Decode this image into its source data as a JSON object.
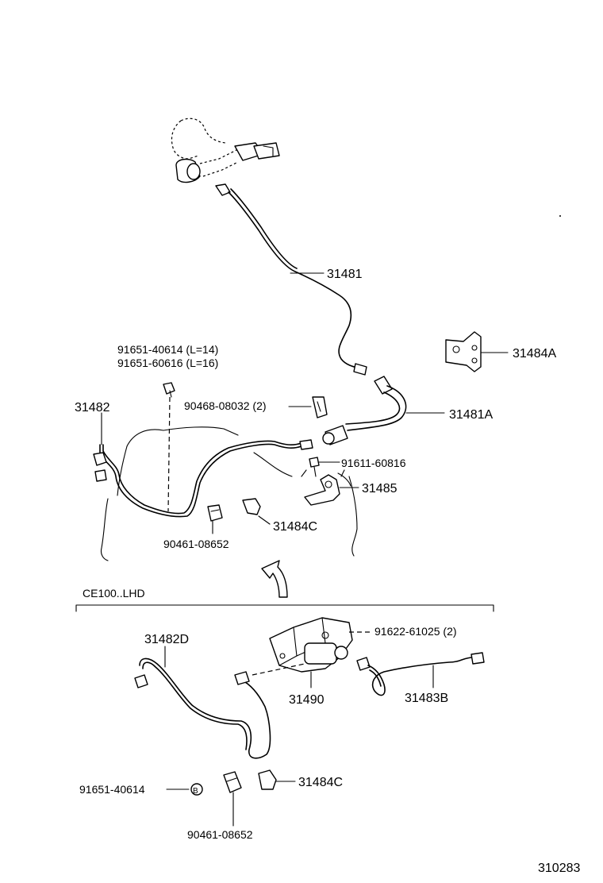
{
  "labels": {
    "p31481": "31481",
    "p31484A": "31484A",
    "p31481A": "31481A",
    "bolt_a": "91651-40614 (L=14)",
    "bolt_b": "91651-60616 (L=16)",
    "p31482": "31482",
    "clip_90468": "90468-08032 (2)",
    "bolt_91611": "91611-60816",
    "p31485": "31485",
    "p31484C_top": "31484C",
    "clip_90461_top": "90461-08652",
    "section_label": "CE100..LHD",
    "bolt_91622": "91622-61025 (2)",
    "p31482D": "31482D",
    "p31490": "31490",
    "p31483B": "31483B",
    "bolt_91651_bottom": "91651-40614",
    "bolt_marker": "B",
    "p31484C_bottom": "31484C",
    "clip_90461_bottom": "90461-08652",
    "figure_number": "310283"
  }
}
